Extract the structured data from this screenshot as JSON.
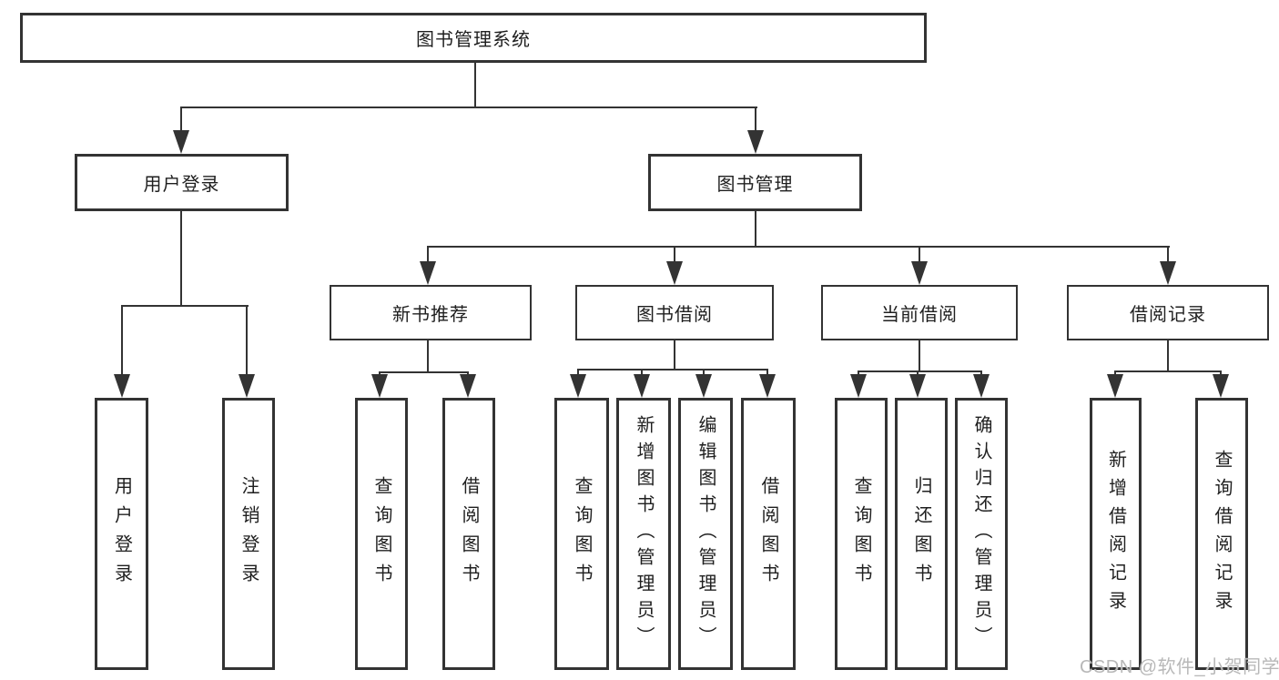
{
  "nodes": {
    "root": "图书管理系统",
    "user_login": "用户登录",
    "book_mgmt": "图书管理",
    "login_user": "用户登录",
    "login_logout": "注销登录",
    "new_rec": "新书推荐",
    "book_borrow": "图书借阅",
    "current_borrow": "当前借阅",
    "borrow_records": "借阅记录",
    "rec_query": "查询图书",
    "rec_borrow": "借阅图书",
    "bor_query": "查询图书",
    "bor_add": "新增图书（管理员）",
    "bor_edit": "编辑图书（管理员）",
    "bor_lend": "借阅图书",
    "cur_query": "查询图书",
    "cur_return": "归还图书",
    "cur_confirm": "确认归还（管理员）",
    "recs_add": "新增借阅记录",
    "recs_query": "查询借阅记录"
  },
  "colors": {
    "line": "#333333",
    "text": "#1f1f1f",
    "watermark": "#b8b8b8",
    "background": "#ffffff"
  },
  "watermark": "CSDN @软件_小贺同学"
}
